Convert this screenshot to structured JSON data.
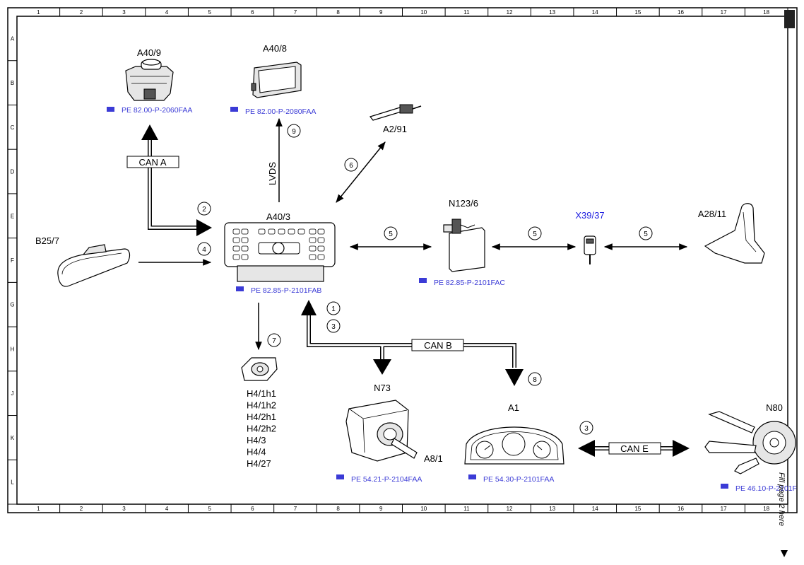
{
  "grid": {
    "columns": [
      "1",
      "2",
      "3",
      "4",
      "5",
      "6",
      "7",
      "8",
      "9",
      "10",
      "11",
      "12",
      "13",
      "14",
      "15",
      "16",
      "17",
      "18"
    ],
    "rows": [
      "A",
      "B",
      "C",
      "D",
      "E",
      "F",
      "G",
      "H",
      "J",
      "K",
      "L"
    ]
  },
  "components": {
    "a40_9": {
      "label": "A40/9",
      "ref": "PE 82.00-P-2060FAA"
    },
    "a40_8": {
      "label": "A40/8",
      "ref": "PE 82.00-P-2080FAA"
    },
    "a2_91": {
      "label": "A2/91"
    },
    "a40_3": {
      "label": "A40/3",
      "ref": "PE 82.85-P-2101FAB"
    },
    "b25_7": {
      "label": "B25/7"
    },
    "n123_6": {
      "label": "N123/6",
      "ref": "PE 82.85-P-2101FAC"
    },
    "x39_37": {
      "label": "X39/37"
    },
    "a28_11": {
      "label": "A28/11"
    },
    "h4": {
      "labels": [
        "H4/1h1",
        "H4/1h2",
        "H4/2h1",
        "H4/2h2",
        "H4/3",
        "H4/4",
        "H4/27"
      ]
    },
    "n73": {
      "label": "N73",
      "ref": "PE 54.21-P-2104FAA"
    },
    "a8_1": {
      "label": "A8/1"
    },
    "a1": {
      "label": "A1",
      "ref": "PE 54.30-P-2101FAA"
    },
    "n80": {
      "label": "N80",
      "ref": "PE 46.10-P-2101F"
    }
  },
  "connections": {
    "can_a": "CAN A",
    "can_b": "CAN B",
    "can_e": "CAN E",
    "lvds": "LVDS"
  },
  "markers": [
    "1",
    "2",
    "3",
    "4",
    "5",
    "6",
    "7",
    "8",
    "9"
  ],
  "side_note": "Fill page 2 here",
  "colors": {
    "reference": "#3b3bd6",
    "x39_label": "#2020e0"
  }
}
